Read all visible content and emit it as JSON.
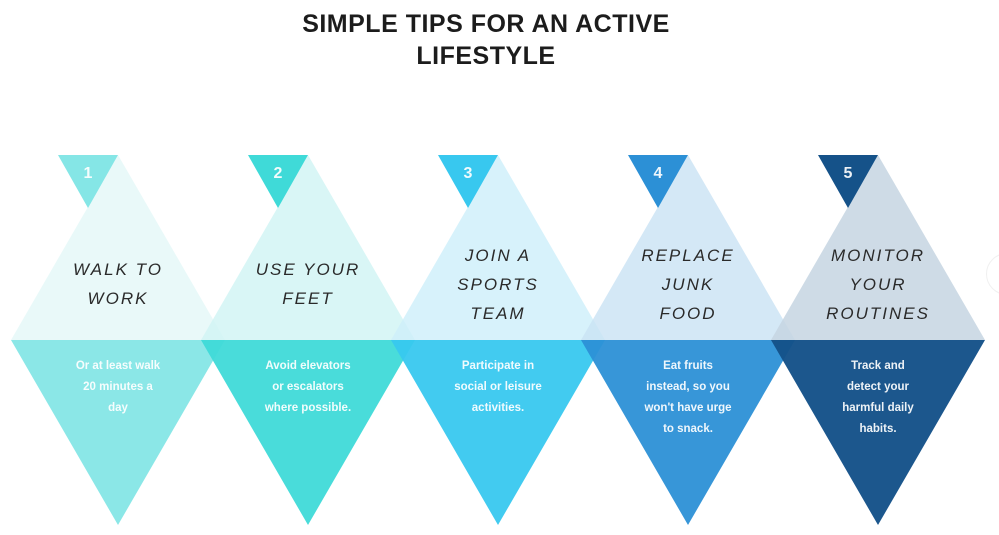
{
  "title": {
    "line1": "SIMPLE TIPS FOR AN ACTIVE",
    "line2": "LIFESTYLE"
  },
  "tips": [
    {
      "number": "1",
      "heading": [
        "WALK TO",
        "WORK"
      ],
      "description": [
        "Or at least walk",
        "20 minutes a",
        "day"
      ],
      "colors": {
        "number": "#85e6e6",
        "upper": "#e4f8f8",
        "lower": "#85e6e6"
      }
    },
    {
      "number": "2",
      "heading": [
        "USE YOUR",
        "FEET"
      ],
      "description": [
        "Avoid elevators",
        "or escalators",
        "where possible."
      ],
      "colors": {
        "number": "#3fdad8",
        "upper": "#cff4f4",
        "lower": "#3fdad8"
      }
    },
    {
      "number": "3",
      "heading": [
        "JOIN A",
        "SPORTS",
        "TEAM"
      ],
      "description": [
        "Participate in",
        "social or leisure",
        "activities."
      ],
      "colors": {
        "number": "#38c8ef",
        "upper": "#cdeffa",
        "lower": "#38c8ef"
      }
    },
    {
      "number": "4",
      "heading": [
        "REPLACE",
        "JUNK",
        "FOOD"
      ],
      "description": [
        "Eat fruits",
        "instead, so you",
        "won't have urge",
        "to snack."
      ],
      "colors": {
        "number": "#2c90d6",
        "upper": "#c9e2f4",
        "lower": "#2c90d6"
      }
    },
    {
      "number": "5",
      "heading": [
        "MONITOR",
        "YOUR",
        "ROUTINES"
      ],
      "description": [
        "Track and",
        "detect your",
        "harmful  daily",
        "habits."
      ],
      "colors": {
        "number": "#155289",
        "upper": "#c5d5e2",
        "lower": "#155289"
      }
    }
  ]
}
